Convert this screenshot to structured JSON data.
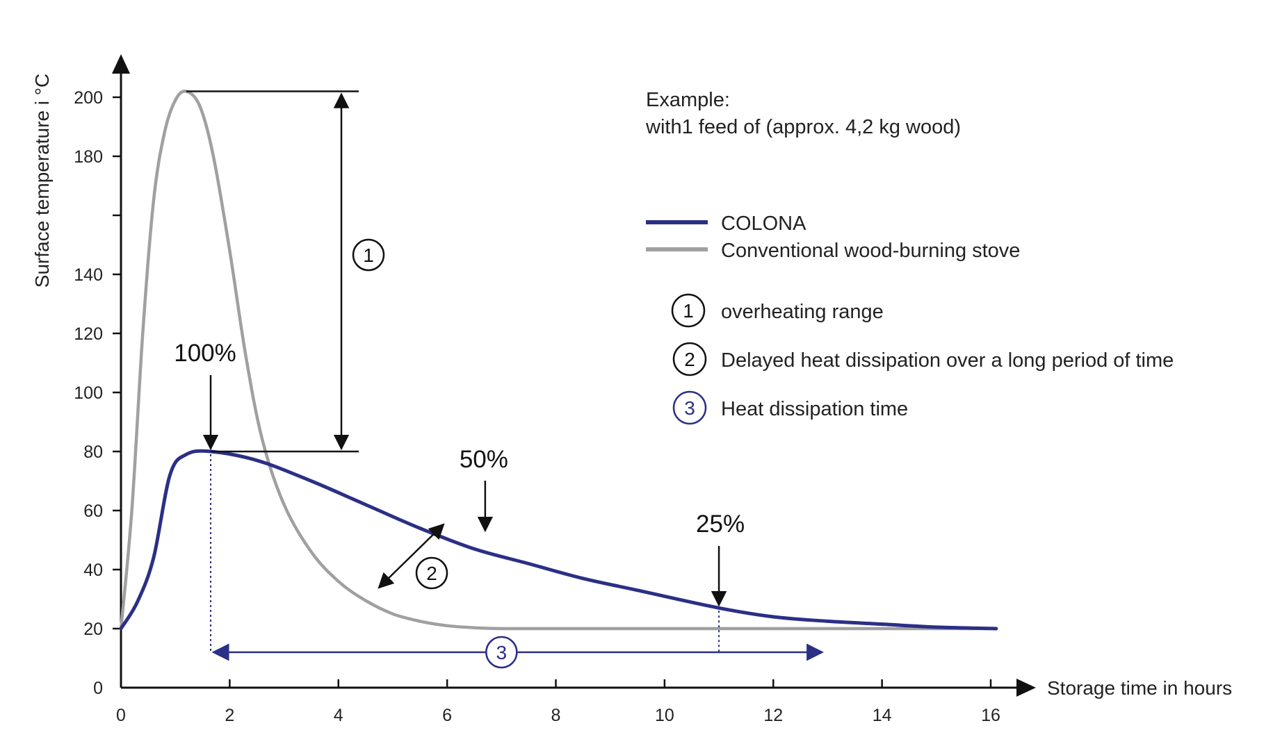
{
  "chart_data": {
    "type": "line",
    "xlabel": "Storage time in hours",
    "ylabel": "Surface temperature i °C",
    "xlim": [
      0,
      16
    ],
    "ylim": [
      0,
      200
    ],
    "x_ticks": [
      0,
      2,
      4,
      6,
      8,
      10,
      12,
      14,
      16
    ],
    "y_ticks": [
      0,
      20,
      40,
      60,
      80,
      100,
      120,
      140,
      160,
      180,
      200
    ],
    "y_tick_labels": [
      "0",
      "20",
      "40",
      "60",
      "80",
      "100",
      "120",
      "140",
      "",
      "180",
      "200"
    ],
    "grid": false,
    "series": [
      {
        "name": "COLONA",
        "color": "#2b2f86",
        "x": [
          0,
          0.3,
          0.6,
          0.9,
          1.2,
          1.65,
          2.5,
          3.5,
          4.5,
          5.5,
          6.5,
          7.5,
          8.5,
          9.5,
          11,
          12,
          13,
          14,
          15,
          16.1
        ],
        "y": [
          20,
          29,
          44,
          72,
          79,
          80,
          77,
          70,
          62,
          54,
          47,
          42,
          37,
          33,
          27,
          24,
          22.5,
          21.5,
          20.5,
          20
        ]
      },
      {
        "name": "Conventional wood-burning stove",
        "color": "#a0a0a0",
        "x": [
          0,
          0.2,
          0.4,
          0.6,
          0.8,
          1.0,
          1.2,
          1.45,
          1.7,
          2.0,
          2.3,
          2.6,
          3.0,
          3.5,
          4.0,
          4.5,
          5.0,
          5.5,
          6.0,
          6.5,
          7,
          8,
          10,
          12,
          14,
          16
        ],
        "y": [
          20,
          60,
          120,
          165,
          188,
          199,
          202,
          197,
          180,
          148,
          112,
          84,
          62,
          46,
          36,
          29.5,
          25,
          22.5,
          21,
          20.3,
          20,
          20,
          20,
          20,
          20,
          20
        ]
      }
    ],
    "annotations": {
      "peak_label": "100%",
      "mid_label": "50%",
      "quarter_label": "25%",
      "peak_x": 1.65,
      "mid_x": 6.7,
      "quarter_x": 11,
      "marker_1": "1",
      "marker_2": "2",
      "marker_3": "3",
      "range3_start_x": 1.65,
      "range3_end_x": 12.9,
      "range3_y": 12
    },
    "legend_position": "top-right"
  },
  "example": {
    "line1": "Example:",
    "line2": "with1 feed of (approx. 4,2 kg wood)"
  },
  "legend": {
    "colona": "COLONA",
    "conventional": "Conventional wood-burning stove",
    "item1_number": "1",
    "item1_text": "overheating range",
    "item2_number": "2",
    "item2_text": "Delayed heat dissipation over a long period of time",
    "item3_number": "3",
    "item3_text": "Heat dissipation  time"
  },
  "colors": {
    "colona": "#2b2f86",
    "conventional": "#a0a0a0",
    "axis": "#111111"
  }
}
